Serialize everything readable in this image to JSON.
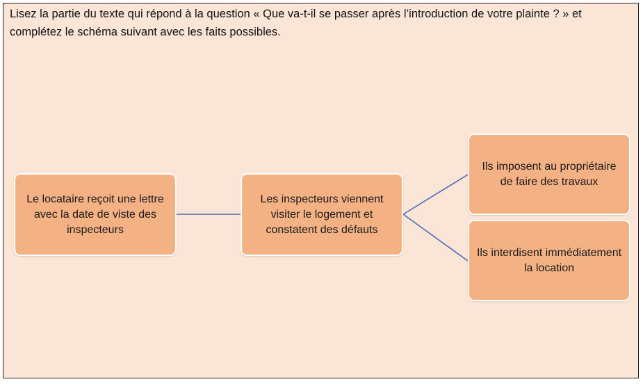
{
  "instruction": "Lisez la partie du texte qui répond à la question « Que va-t-il se passer après l’introduction de votre plainte ? » et complétez le schéma suivant avec les faits possibles.",
  "colors": {
    "background": "#fbe5d6",
    "node_fill": "#f4b183",
    "connector": "#4a6cb3"
  },
  "diagram": {
    "nodes": [
      {
        "id": "n1",
        "text": "Le locataire reçoit une lettre avec la date de viste des inspecteurs"
      },
      {
        "id": "n2",
        "text": "Les inspecteurs viennent visiter le logement et constatent des défauts"
      },
      {
        "id": "n3",
        "text": "Ils imposent au propriétaire de faire des travaux"
      },
      {
        "id": "n4",
        "text": "Ils interdisent immédiatement la location"
      }
    ],
    "edges": [
      {
        "from": "n1",
        "to": "n2"
      },
      {
        "from": "n2",
        "to": "n3"
      },
      {
        "from": "n2",
        "to": "n4"
      }
    ]
  }
}
